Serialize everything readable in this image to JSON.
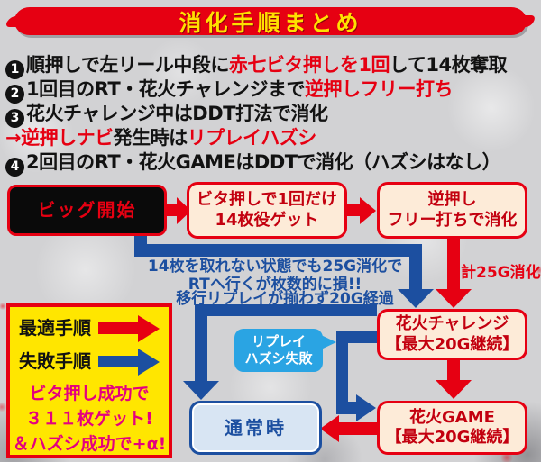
{
  "title": "消化手順まとめ",
  "steps": [
    {
      "num": "1",
      "a": "順押しで左リール中段に",
      "b": "赤七ビタ押しを1回",
      "c": "して14枚奪取"
    },
    {
      "num": "2",
      "a": "1回目のRT・花火チャレンジまで",
      "b": "逆押しフリー打ち"
    },
    {
      "num": "3",
      "a": "花火チャレンジ中はDDT打法で消化"
    },
    {
      "b": "→逆押しナビ",
      "c": "発生時は",
      "d": "リプレイハズシ"
    },
    {
      "num": "4",
      "a": "2回目のRT・花火GAMEはDDTで消化（ハズシはなし）"
    }
  ],
  "flow": {
    "big_start": "ビッグ開始",
    "bita": [
      "ビタ押しで1回だけ",
      "14枚役ゲット"
    ],
    "gyaku": [
      "逆押し",
      "フリー打ちで消化"
    ],
    "challenge": [
      "花火チャレンジ",
      "【最大20G継続】"
    ],
    "game": [
      "花火GAME",
      "【最大20G継続】"
    ],
    "normal": "通常時",
    "note_loss": [
      "14枚を取れない状態でも25G消化で",
      "RTへ行くが枚数的に損!!"
    ],
    "note_20g": "移行リプレイが揃わず20G経過",
    "label_25g": "計25G消化",
    "bubble": [
      "リプレイ",
      "ハズシ失敗"
    ]
  },
  "legend": {
    "best": "最適手順",
    "fail": "失敗手順",
    "bonus": [
      "ビタ押し成功で",
      "３１１枚ゲット!",
      "＆ハズシ成功で+α!"
    ]
  },
  "colors": {
    "red": "#e60012",
    "dark_red": "#c3000f",
    "blue": "#1c4fa0",
    "bubble_blue": "#2aa4e3",
    "legend_yellow": "#ffe600",
    "pink": "#e4007f",
    "box_cream": "#fdebd8",
    "normal_box_fill": "#d8e5f3",
    "title_yellow": "#ffe100"
  }
}
